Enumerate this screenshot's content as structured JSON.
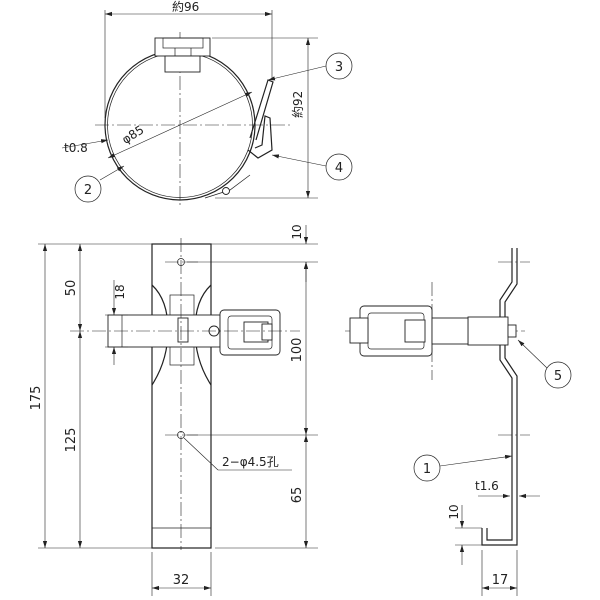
{
  "top_view": {
    "dim_width": "約96",
    "dim_height": "約92",
    "dim_diameter": "φ85",
    "dim_thickness": "t0.8"
  },
  "front_view": {
    "dim_total": "175",
    "dim_upper": "50",
    "dim_lower": "125",
    "dim_band": "18",
    "dim_top_offset": "10",
    "dim_hole_pitch": "100",
    "dim_bottom_offset": "65",
    "dim_width": "32",
    "hole_note": "2−φ4.5孔"
  },
  "side_view": {
    "dim_plate_thickness": "t1.6",
    "dim_hook_height": "10",
    "dim_depth": "17"
  },
  "balloons": [
    "1",
    "2",
    "3",
    "4",
    "5"
  ]
}
